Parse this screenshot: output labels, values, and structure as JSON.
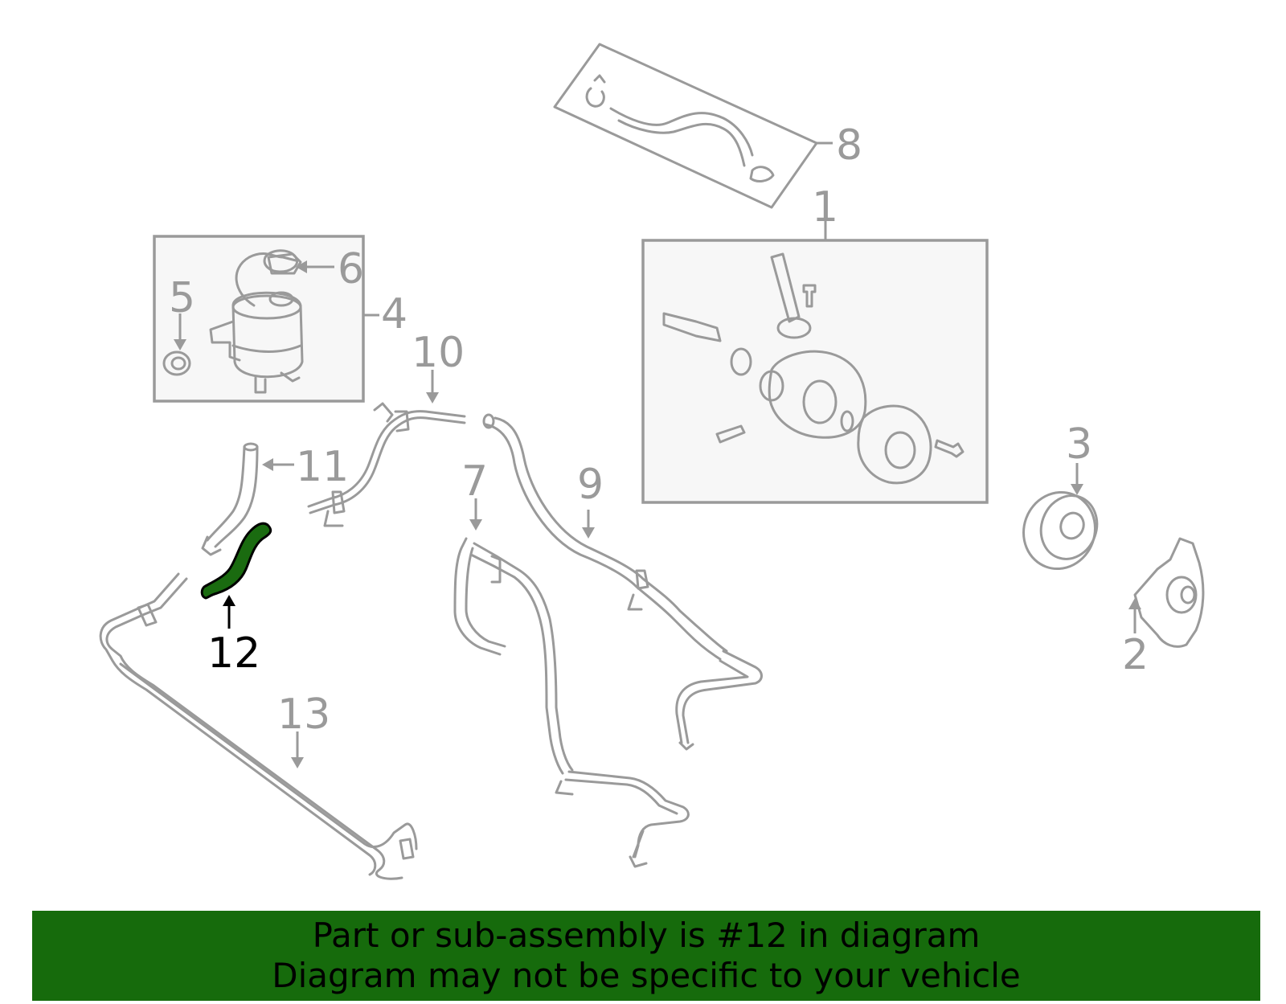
{
  "highlighted_part": "12",
  "callouts": {
    "c1": "1",
    "c2": "2",
    "c3": "3",
    "c4": "4",
    "c5": "5",
    "c6": "6",
    "c7": "7",
    "c8": "8",
    "c9": "9",
    "c10": "10",
    "c11": "11",
    "c12": "12",
    "c13": "13"
  },
  "banner": {
    "line1": "Part or sub-assembly is #12 in diagram",
    "line2": "Diagram may not be specific to your vehicle"
  },
  "colors": {
    "line_art": "#9a9a9a",
    "highlight_fill": "#1a6b10",
    "banner_background": "#166b0c",
    "highlight_text": "#000000"
  }
}
